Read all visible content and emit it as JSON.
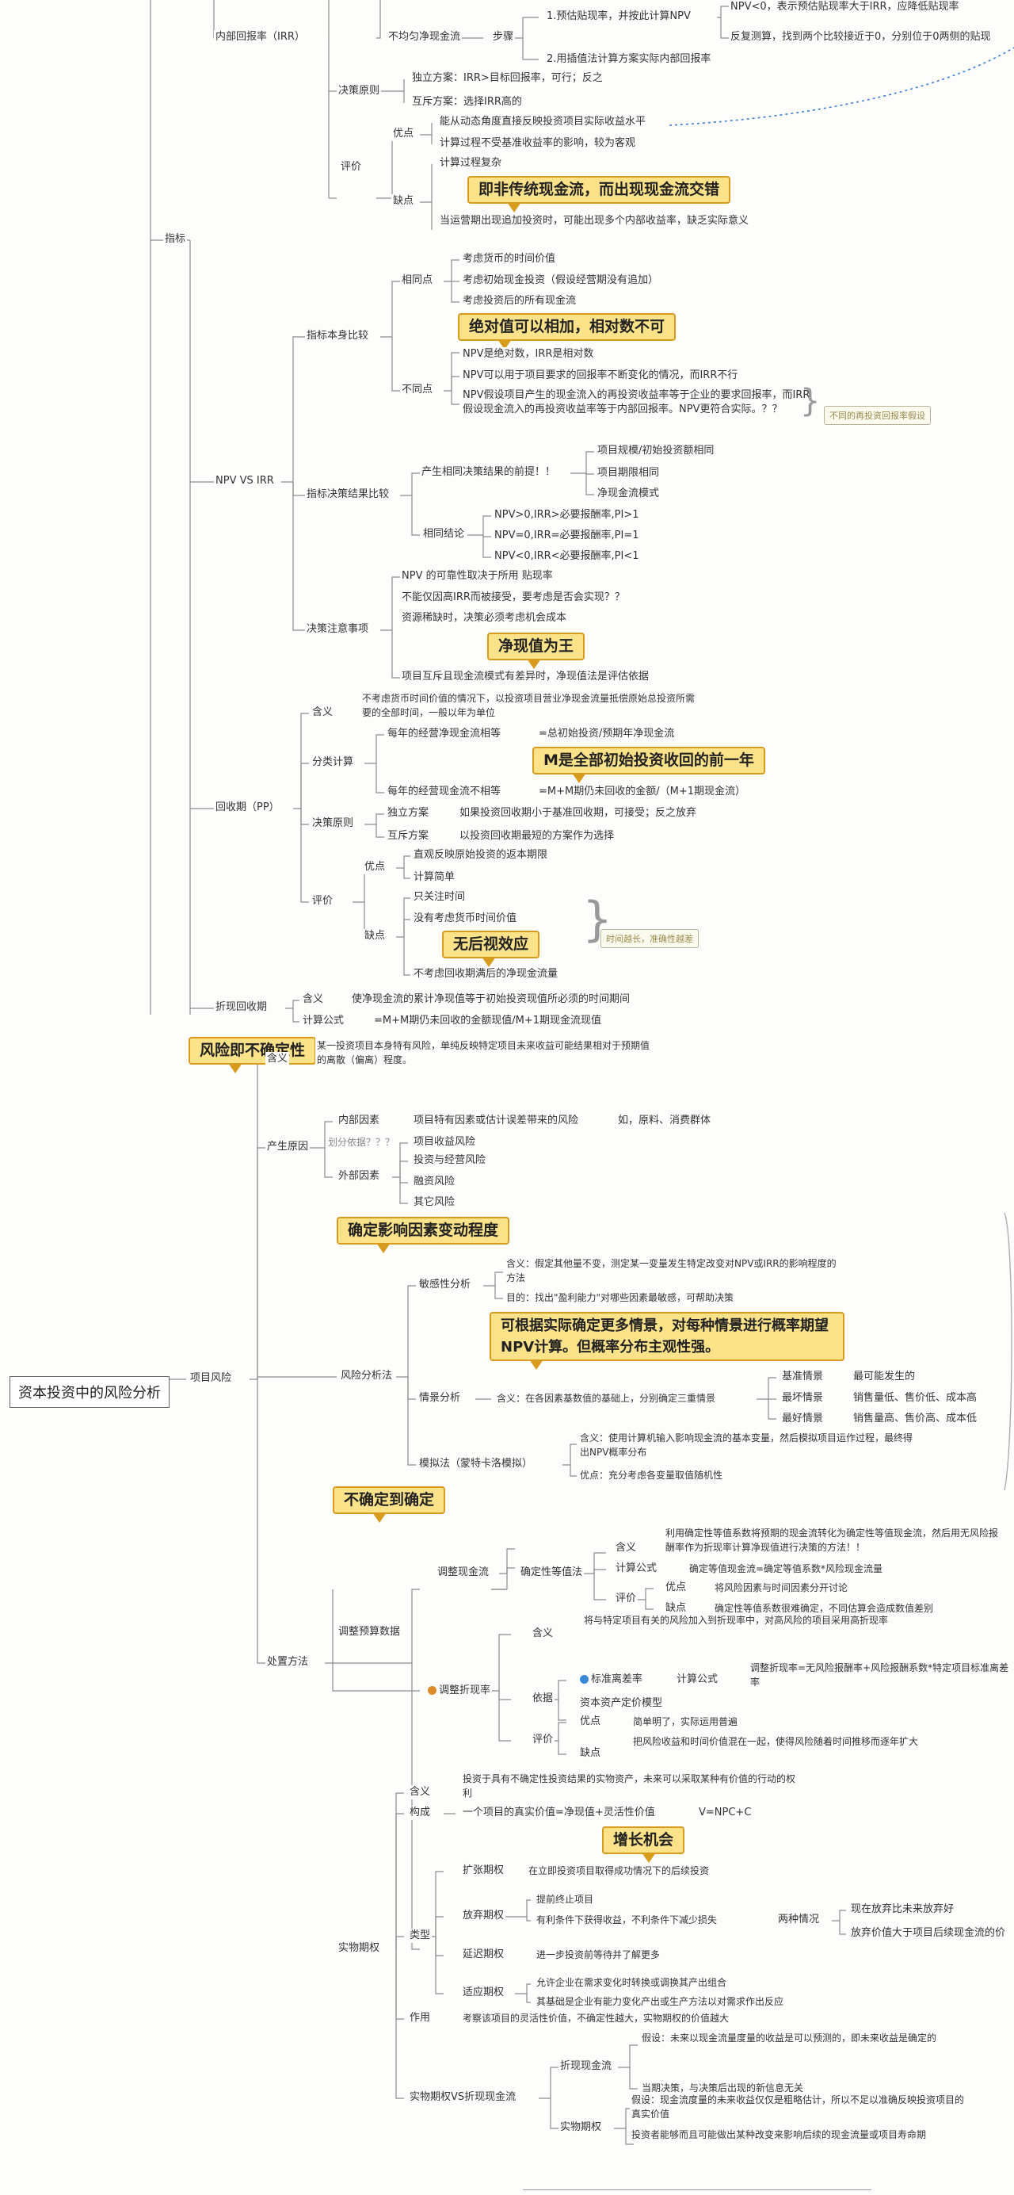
{
  "colors": {
    "line": "#8c8c8c",
    "callout_bg": "#fce38a",
    "callout_border": "#d89b1e",
    "dashed_link": "#3b7fd0"
  },
  "nodes": {
    "irr_title": "内部回报率（IRR）",
    "uneven_cf": "不均匀净现金流",
    "steps": "步骤",
    "step1": "1.预估贴现率，并按此计算NPV",
    "npv_neg": "NPV<0，表示预估贴现率大于IRR，应降低贴现率",
    "step_iter": "反复测算，找到两个比较接近于0，分别位于0两侧的贴现",
    "step2": "2.用插值法计算方案实际内部回报率",
    "decision_rule": "决策原则",
    "indep": "独立方案：IRR>目标回报率，可行；反之",
    "mutex": "互斥方案：选择IRR高的",
    "evaluate": "评价",
    "pros": "优点",
    "irr_pro1": "能从动态角度直接反映投资项目实际收益水平",
    "irr_pro2": "计算过程不受基准收益率的影响，较为客观",
    "cons": "缺点",
    "irr_con1": "计算过程复杂",
    "irr_con_callout": "即非传统现金流，而出现现金流交错",
    "irr_con2": "当运营期出现追加投资时，可能出现多个内部收益率，缺乏实际意义",
    "indicator": "指标",
    "npv_vs_irr": "NPV VS IRR",
    "indicator_compare": "指标本身比较",
    "same": "相同点",
    "same1": "考虑货币的时间价值",
    "same2": "考虑初始现金投资（假设经营期没有追加）",
    "same3": "考虑投资后的所有现金流",
    "diff": "不同点",
    "diff_callout": "绝对值可以相加，相对数不可",
    "diff1": "NPV是绝对数，IRR是相对数",
    "diff2": "NPV可以用于项目要求的回报率不断变化的情况，而IRR不行",
    "diff3": "NPV假设项目产生的现金流入的再投资收益率等于企业的要求回报率，而IRR假设现金流入的再投资收益率等于内部回报率。NPV更符合实际。？？",
    "diff_note": "不同的再投资回报率假设",
    "result_compare": "指标决策结果比较",
    "premise": "产生相同决策结果的前提！！",
    "premise1": "项目规模/初始投资额相同",
    "premise2": "项目期限相同",
    "premise3": "净现金流模式",
    "same_conclusion": "相同结论",
    "conc1": "NPV>0,IRR>必要报酬率,PI>1",
    "conc2": "NPV=0,IRR=必要报酬率,PI=1",
    "conc3": "NPV<0,IRR<必要报酬率,PI<1",
    "caution": "决策注意事项",
    "caution1": "NPV 的可靠性取决于所用 贴现率",
    "caution2": "不能仅因高IRR而被接受，要考虑是否会实现？？",
    "caution3": "资源稀缺时，决策必须考虑机会成本",
    "caution_callout": "净现值为王",
    "caution4": "项目互斥且现金流模式有差异时，净现值法是评估依据",
    "payback": "回收期（PP）",
    "meaning": "含义",
    "pp_meaning": "不考虑货币时间价值的情况下，以投资项目营业净现金流量抵偿原始总投资所需要的全部时间，一般以年为单位",
    "classify_calc": "分类计算",
    "annual_equal": "每年的经营净现金流相等",
    "annual_equal_f": "=总初始投资/预期年净现金流",
    "pp_callout": "M是全部初始投资收回的前一年",
    "annual_unequal": "每年的经营现金流不相等",
    "annual_unequal_f": "=M+M期仍未回收的金额/（M+1期现金流）",
    "pp_rule": "决策原则",
    "pp_indep": "独立方案",
    "pp_indep_r": "如果投资回收期小于基准回收期，可接受；反之放弃",
    "pp_mutex": "互斥方案",
    "pp_mutex_r": "以投资回收期最短的方案作为选择",
    "pp_eval": "评价",
    "pp_pros": "优点",
    "pp_pro1": "直观反映原始投资的返本期限",
    "pp_pro2": "计算简单",
    "pp_cons": "缺点",
    "pp_con1": "只关注时间",
    "pp_con2": "没有考虑货币时间价值",
    "pp_con_callout": "无后视效应",
    "pp_con3": "不考虑回收期满后的净现金流量",
    "pp_note": "时间越长，准确性越差",
    "dpp": "折现回收期",
    "dpp_meaning_label": "含义",
    "dpp_meaning": "使净现金流的累计净现值等于初始投资现值所必须的时间期间",
    "dpp_formula_label": "计算公式",
    "dpp_formula": "=M+M期仍未回收的金额现值/M+1期现金流现值",
    "risk_callout": "风险即不确定性",
    "root": "资本投资中的风险分析",
    "project_risk": "项目风险",
    "risk_meaning_label": "含义",
    "risk_meaning": "某一投资项目本身特有风险，单纯反映特定项目未来收益可能结果相对于预期值的离散（偏离）程度。",
    "source": "产生原因",
    "internal": "内部因素",
    "internal1": "项目特有因素或估计误差带来的风险",
    "internal_eg": "如，原料、消费群体",
    "classify_basis": "划分依据？？？",
    "external": "外部因素",
    "ext1": "项目收益风险",
    "ext2": "投资与经营风险",
    "ext3": "融资风险",
    "ext4": "其它风险",
    "analysis_callout": "确定影响因素变动程度",
    "risk_analysis": "风险分析法",
    "sensitivity": "敏感性分析",
    "sens1": "含义：假定其他量不变，测定某一变量发生特定改变对NPV或IRR的影响程度的方法",
    "sens2": "目的：找出\"盈利能力\"对哪些因素最敏感，可帮助决策",
    "scenario_callout": "可根据实际确定更多情景，对每种情景进行概率期望NPV计算。但概率分布主观性强。",
    "scenario": "情景分析",
    "scenario_meaning": "含义：在各因素基数值的基础上，分别确定三重情景",
    "base_case": "基准情景",
    "base_case_v": "最可能发生的",
    "worst_case": "最坏情景",
    "worst_case_v": "销售量低、售价低、成本高",
    "best_case": "最好情景",
    "best_case_v": "销售量高、售价高、成本低",
    "simulation": "模拟法（蒙特卡洛模拟）",
    "sim1": "含义：使用计算机输入影响现金流的基本变量，然后模拟项目运作过程，最终得出NPV概率分布",
    "sim2": "优点：充分考虑各变量取值随机性",
    "certainty_callout": "不确定到确定",
    "treatment": "处置方法",
    "adjust_budget": "调整预算数据",
    "adjust_cf": "调整现金流",
    "ce_method": "确定性等值法",
    "ce_meaning_label": "含义",
    "ce_meaning": "利用确定性等值系数将预期的现金流转化为确定性等值现金流，然后用无风险报酬率作为折现率计算净现值进行决策的方法！！",
    "ce_formula_label": "计算公式",
    "ce_formula": "确定等值现金流=确定等值系数*风险现金流量",
    "ce_eval": "评价",
    "ce_pro_label": "优点",
    "ce_pro": "将风险因素与时间因素分开讨论",
    "ce_con_label": "缺点",
    "ce_con": "确定性等值系数很难确定，不同估算会造成数值差别",
    "adjust_rate": "调整折现率",
    "ar_meaning_label": "含义",
    "ar_meaning": "将与特定项目有关的风险加入到折现率中，对高风险的项目采用高折现率",
    "basis": "依据",
    "std_dev": "标准离差率",
    "ar_formula_label": "计算公式",
    "ar_formula": "调整折现率=无风险报酬率+风险报酬系数*特定项目标准离差率",
    "capm": "资本资产定价模型",
    "ar_eval": "评价",
    "ar_pro_label": "优点",
    "ar_pro": "简单明了，实际运用普遍",
    "ar_con_label": "缺点",
    "ar_con": "把风险收益和时间价值混在一起，使得风险随着时间推移而逐年扩大",
    "real_option": "实物期权",
    "ro_meaning_label": "含义",
    "ro_meaning": "投资于具有不确定性投资结果的实物资产，未来可以采取某种有价值的行动的权利",
    "composition": "构成",
    "composition1": "一个项目的真实价值=净现值+灵活性价值",
    "composition_f": "V=NPC+C",
    "growth_callout": "增长机会",
    "type": "类型",
    "expand": "扩张期权",
    "expand1": "在立即投资项目取得成功情况下的后续投资",
    "abandon": "放弃期权",
    "abandon1": "提前终止项目",
    "abandon2": "有利条件下获得收益，不利条件下减少损失",
    "two_cases": "两种情况",
    "case1": "现在放弃比未来放弃好",
    "case2": "放弃价值大于项目后续现金流的价",
    "delay": "延迟期权",
    "delay1": "进一步投资前等待并了解更多",
    "adapt": "适应期权",
    "adapt1": "允许企业在需求变化时转换或调换其产出组合",
    "adapt2": "其基础是企业有能力变化产出或生产方法以对需求作出反应",
    "effect": "作用",
    "effect1": "考察该项目的灵活性价值，不确定性越大，实物期权的价值越大",
    "ro_vs": "实物期权VS折现现金流",
    "dcf": "折现现金流",
    "dcf1": "假设：未来以现金流量度量的收益是可以预测的，即未来收益是确定的",
    "dcf2": "当期决策，与决策后出现的新信息无关",
    "ro": "实物期权",
    "ro1": "假设：现金流度量的未来收益仅仅是粗略估计，所以不足以准确反映投资项目的真实价值",
    "ro2": "投资者能够而且可能做出某种改变来影响后续的现金流量或项目寿命期"
  }
}
